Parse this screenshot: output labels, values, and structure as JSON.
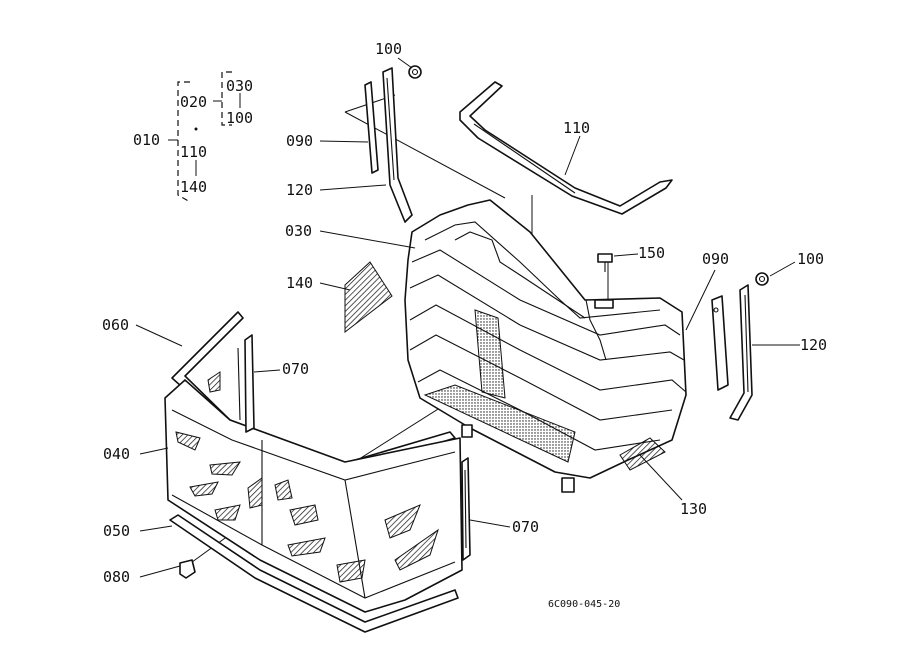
{
  "diagram_code": "6C090-045-20",
  "callouts": {
    "p010": "010",
    "p020": "020",
    "p030_tree": "030",
    "p100_tree": "100",
    "p110_tree": "110",
    "p140_tree": "140",
    "p100_top": "100",
    "p090_left": "090",
    "p120_left": "120",
    "p110": "110",
    "p030": "030",
    "p150": "150",
    "p090_right": "090",
    "p100_right": "100",
    "p120_right": "120",
    "p140": "140",
    "p060": "060",
    "p070_top": "070",
    "p040": "040",
    "p050": "050",
    "p080": "080",
    "p070_bottom": "070",
    "p130": "130"
  }
}
